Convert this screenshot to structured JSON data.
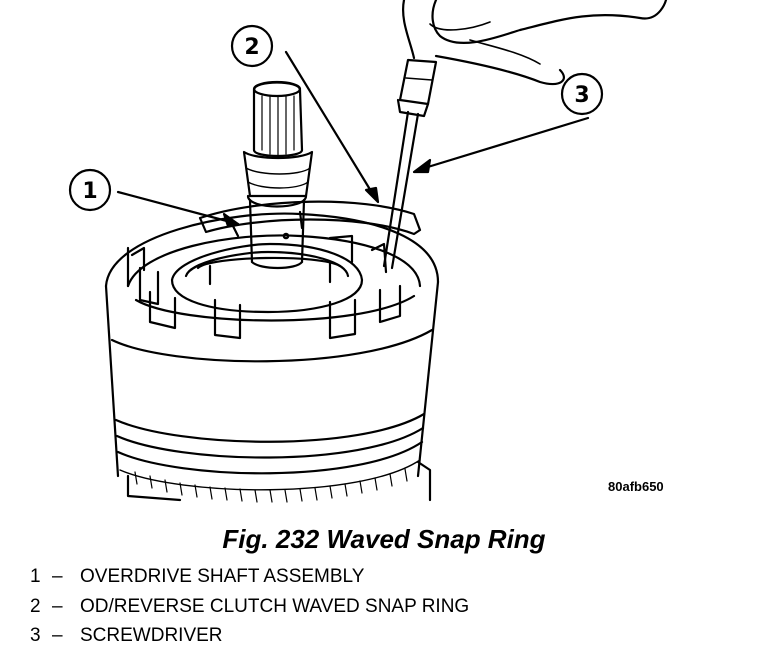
{
  "figure": {
    "image_code": "80afb650",
    "callouts": [
      "1",
      "2",
      "3"
    ]
  },
  "caption": "Fig. 232 Waved Snap Ring",
  "legend": [
    {
      "number": "1",
      "separator": "–",
      "text": "OVERDRIVE SHAFT ASSEMBLY"
    },
    {
      "number": "2",
      "separator": "–",
      "text": "OD/REVERSE CLUTCH WAVED SNAP RING"
    },
    {
      "number": "3",
      "separator": "–",
      "text": "SCREWDRIVER"
    }
  ]
}
